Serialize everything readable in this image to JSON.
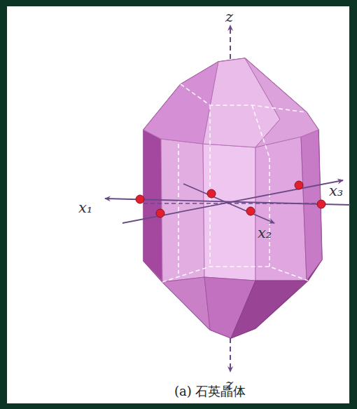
{
  "diagram": {
    "caption": "(a) 石英晶体",
    "labels": [
      "z",
      "z",
      "x₁",
      "x₂",
      "x₃"
    ]
  }
}
